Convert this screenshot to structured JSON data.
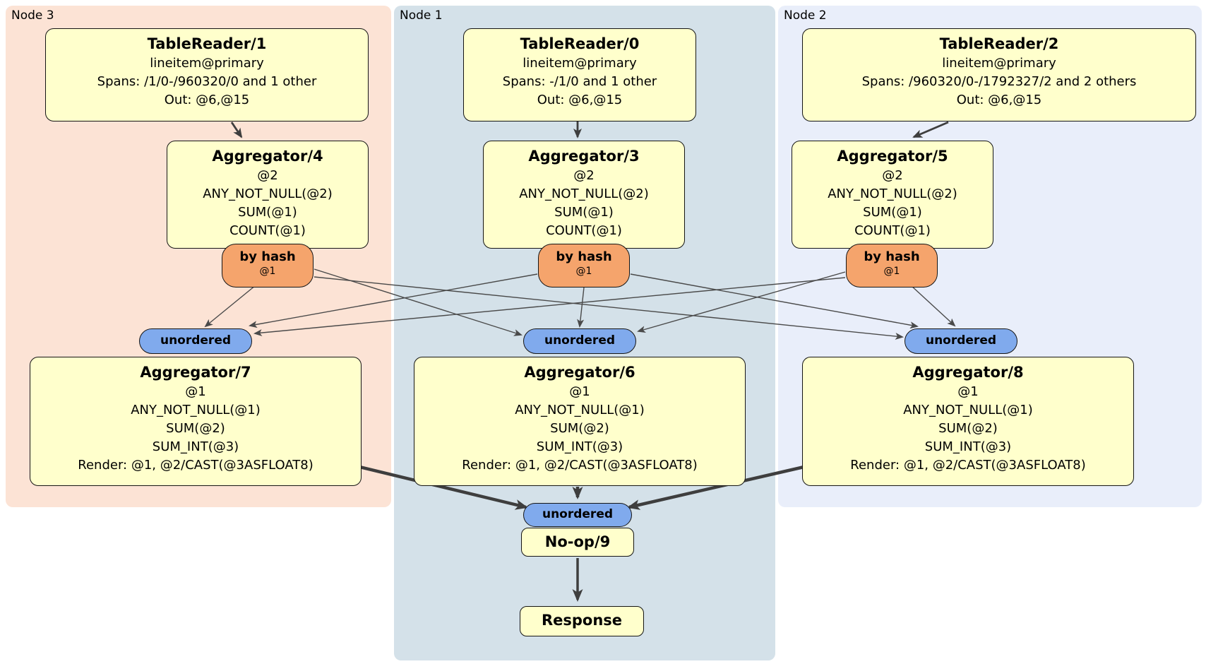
{
  "nodes": [
    {
      "label": "Node 3"
    },
    {
      "label": "Node 1"
    },
    {
      "label": "Node 2"
    }
  ],
  "processors": {
    "tablereader1": {
      "title": "TableReader/1",
      "lines": [
        "lineitem@primary",
        "Spans: /1/0-/960320/0 and 1 other",
        "Out: @6,@15"
      ]
    },
    "tablereader0": {
      "title": "TableReader/0",
      "lines": [
        "lineitem@primary",
        "Spans: -/1/0 and 1 other",
        "Out: @6,@15"
      ]
    },
    "tablereader2": {
      "title": "TableReader/2",
      "lines": [
        "lineitem@primary",
        "Spans: /960320/0-/1792327/2 and 2 others",
        "Out: @6,@15"
      ]
    },
    "aggregator4": {
      "title": "Aggregator/4",
      "lines": [
        "@2",
        "ANY_NOT_NULL(@2)",
        "SUM(@1)",
        "COUNT(@1)"
      ]
    },
    "aggregator3": {
      "title": "Aggregator/3",
      "lines": [
        "@2",
        "ANY_NOT_NULL(@2)",
        "SUM(@1)",
        "COUNT(@1)"
      ]
    },
    "aggregator5": {
      "title": "Aggregator/5",
      "lines": [
        "@2",
        "ANY_NOT_NULL(@2)",
        "SUM(@1)",
        "COUNT(@1)"
      ]
    },
    "aggregator7": {
      "title": "Aggregator/7",
      "lines": [
        "@1",
        "ANY_NOT_NULL(@1)",
        "SUM(@2)",
        "SUM_INT(@3)",
        "Render: @1, @2/CAST(@3ASFLOAT8)"
      ]
    },
    "aggregator6": {
      "title": "Aggregator/6",
      "lines": [
        "@1",
        "ANY_NOT_NULL(@1)",
        "SUM(@2)",
        "SUM_INT(@3)",
        "Render: @1, @2/CAST(@3ASFLOAT8)"
      ]
    },
    "aggregator8": {
      "title": "Aggregator/8",
      "lines": [
        "@1",
        "ANY_NOT_NULL(@1)",
        "SUM(@2)",
        "SUM_INT(@3)",
        "Render: @1, @2/CAST(@3ASFLOAT8)"
      ]
    },
    "noop9": {
      "title": "No-op/9"
    },
    "response": {
      "title": "Response"
    }
  },
  "routers": {
    "left": {
      "label": "by hash",
      "detail": "@1"
    },
    "middle": {
      "label": "by hash",
      "detail": "@1"
    },
    "right": {
      "label": "by hash",
      "detail": "@1"
    }
  },
  "syncs": {
    "left": {
      "label": "unordered"
    },
    "middle": {
      "label": "unordered"
    },
    "right": {
      "label": "unordered"
    },
    "final": {
      "label": "unordered"
    }
  },
  "edges": [
    "TableReader/1 -> Aggregator/4",
    "TableReader/0 -> Aggregator/3",
    "TableReader/2 -> Aggregator/5",
    "by hash (Node 3) -> unordered (Node 3)",
    "by hash (Node 3) -> unordered (Node 1)",
    "by hash (Node 3) -> unordered (Node 2)",
    "by hash (Node 1) -> unordered (Node 3)",
    "by hash (Node 1) -> unordered (Node 1)",
    "by hash (Node 1) -> unordered (Node 2)",
    "by hash (Node 2) -> unordered (Node 3)",
    "by hash (Node 2) -> unordered (Node 1)",
    "by hash (Node 2) -> unordered (Node 2)",
    "Aggregator/7 -> unordered (final)",
    "Aggregator/6 -> unordered (final)",
    "Aggregator/8 -> unordered (final)",
    "No-op/9 -> Response"
  ],
  "colors": {
    "node3_bg": "#fce3d5",
    "node1_bg": "#d4e1e9",
    "node2_bg": "#e9eefa",
    "box_fill": "#ffffcc",
    "router_fill": "#f5a46c",
    "sync_fill": "#80aaed",
    "edge": "#424242"
  }
}
